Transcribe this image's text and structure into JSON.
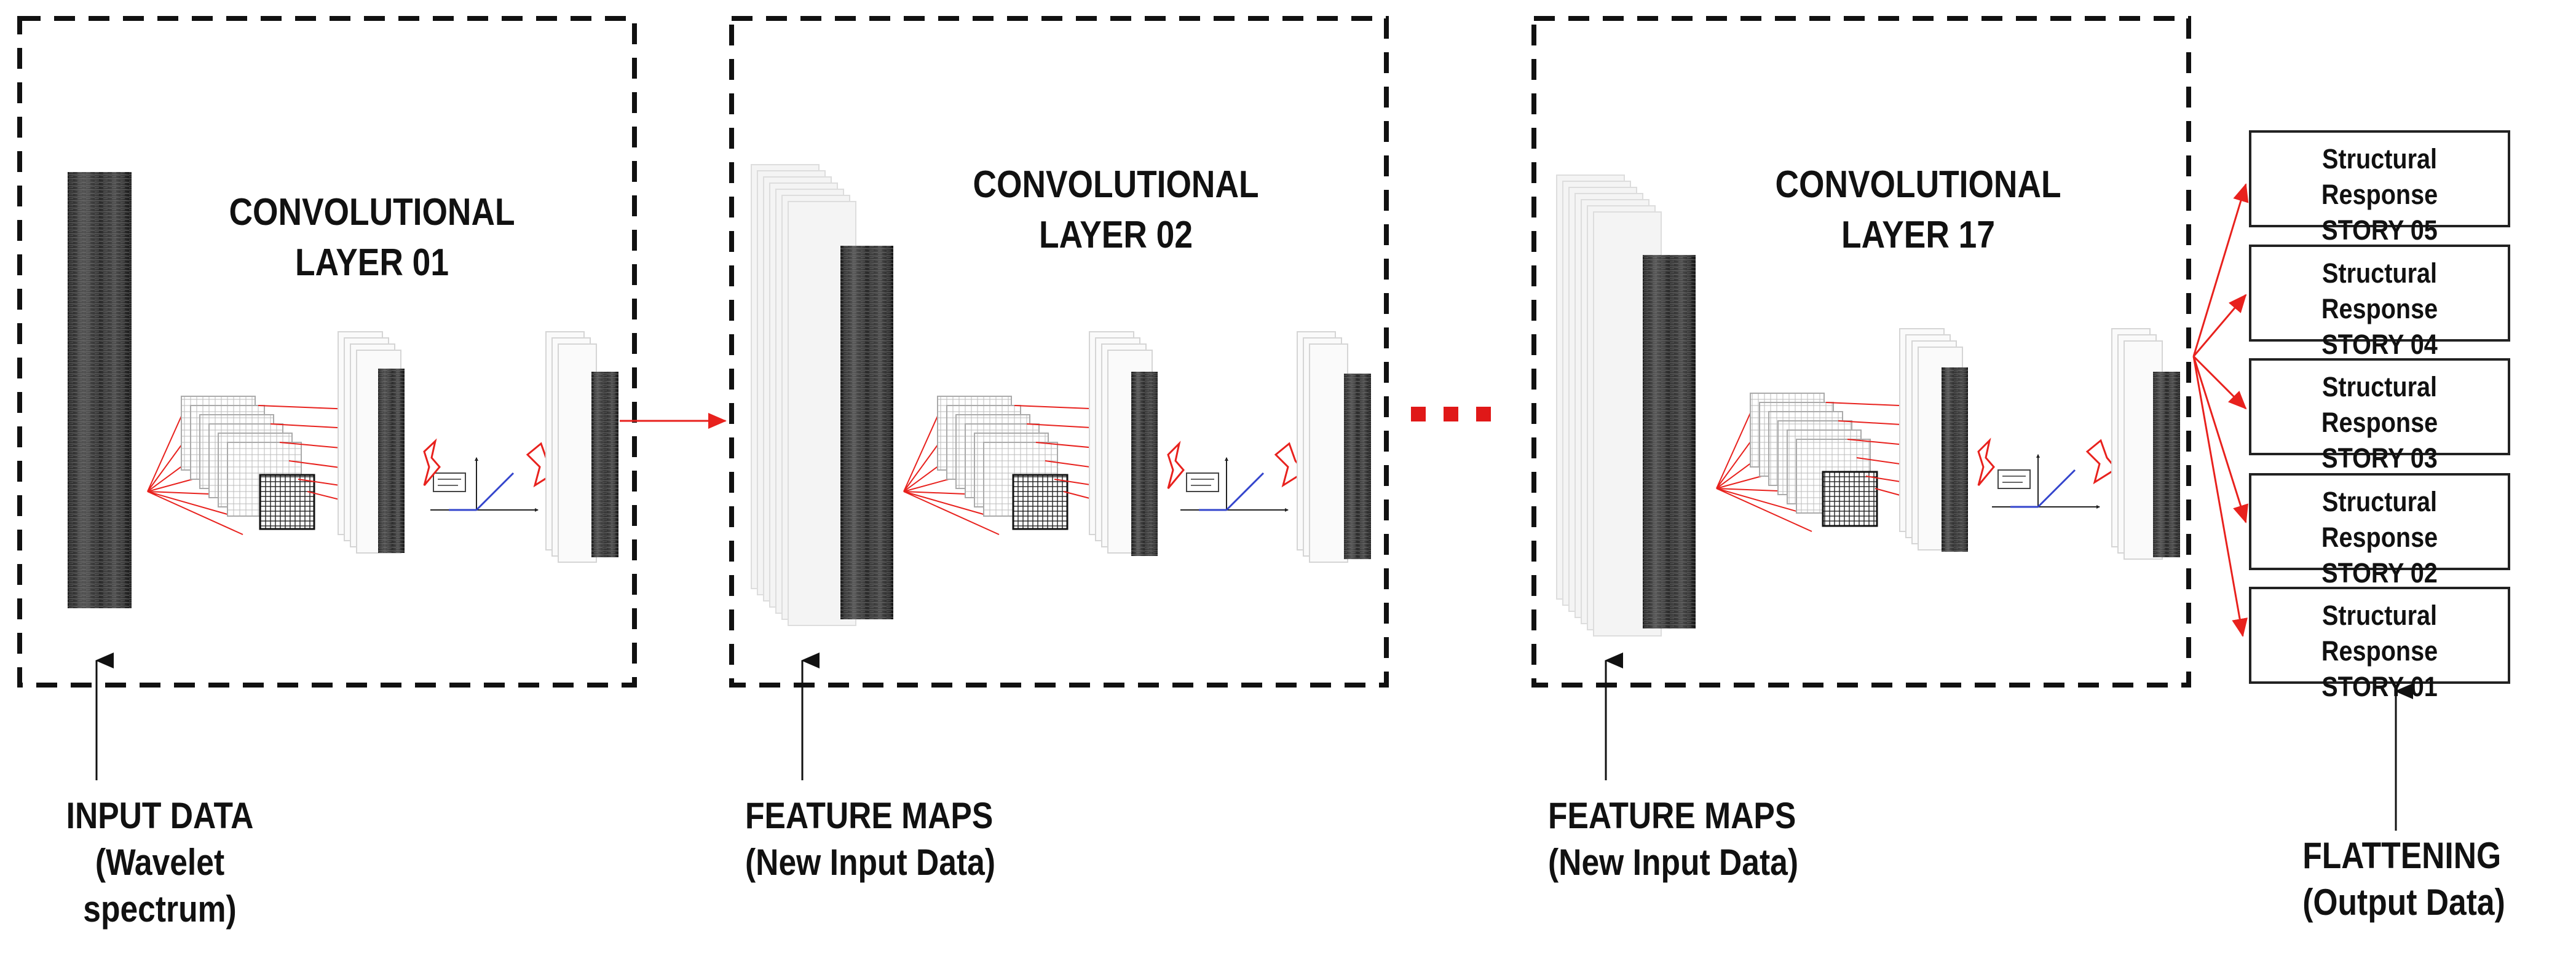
{
  "blocks": [
    {
      "title_line1": "CONVOLUTIONAL",
      "title_line2": "LAYER 01"
    },
    {
      "title_line1": "CONVOLUTIONAL",
      "title_line2": "LAYER 02"
    },
    {
      "title_line1": "CONVOLUTIONAL",
      "title_line2": "LAYER 17"
    }
  ],
  "bottom_labels": [
    {
      "line1": "INPUT DATA",
      "line2": "(Wavelet",
      "line3": "spectrum)"
    },
    {
      "line1": "FEATURE MAPS",
      "line2": "(New Input Data)"
    },
    {
      "line1": "FEATURE MAPS",
      "line2": "(New Input Data)"
    },
    {
      "line1": "FLATTENING",
      "line2": "(Output Data)"
    }
  ],
  "outputs": [
    {
      "line1": "Structural Response",
      "line2": "STORY 05"
    },
    {
      "line1": "Structural Response",
      "line2": "STORY 04"
    },
    {
      "line1": "Structural Response",
      "line2": "STORY 03"
    },
    {
      "line1": "Structural Response",
      "line2": "STORY 02"
    },
    {
      "line1": "Structural Response",
      "line2": "STORY 01"
    }
  ],
  "colors": {
    "arrow_red": "#e8211d",
    "border": "#111111",
    "ellipsis_red": "#e01818",
    "relu_blue": "#3344cc"
  }
}
